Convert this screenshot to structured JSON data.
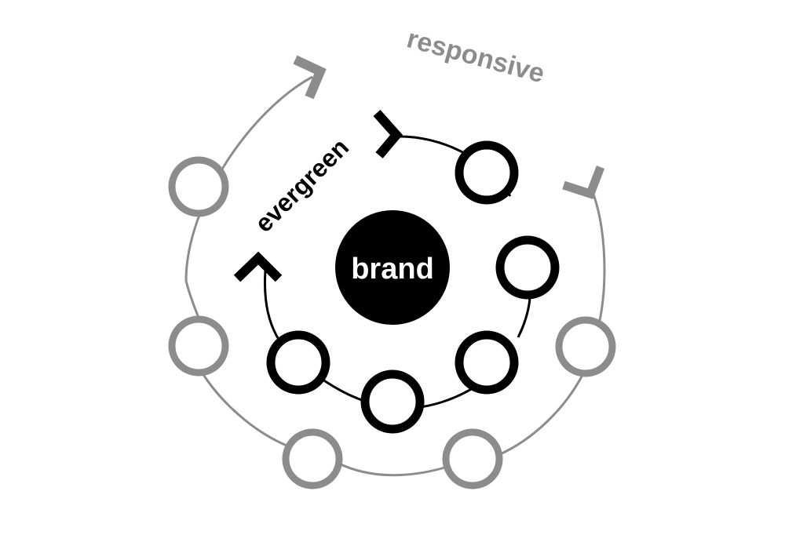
{
  "diagram": {
    "center_label": "brand",
    "inner_label": "evergreen",
    "outer_label": "responsive"
  },
  "colors": {
    "inner": "#000000",
    "outer": "#8c8c8c",
    "background": "#ffffff",
    "center_text": "#ffffff"
  }
}
